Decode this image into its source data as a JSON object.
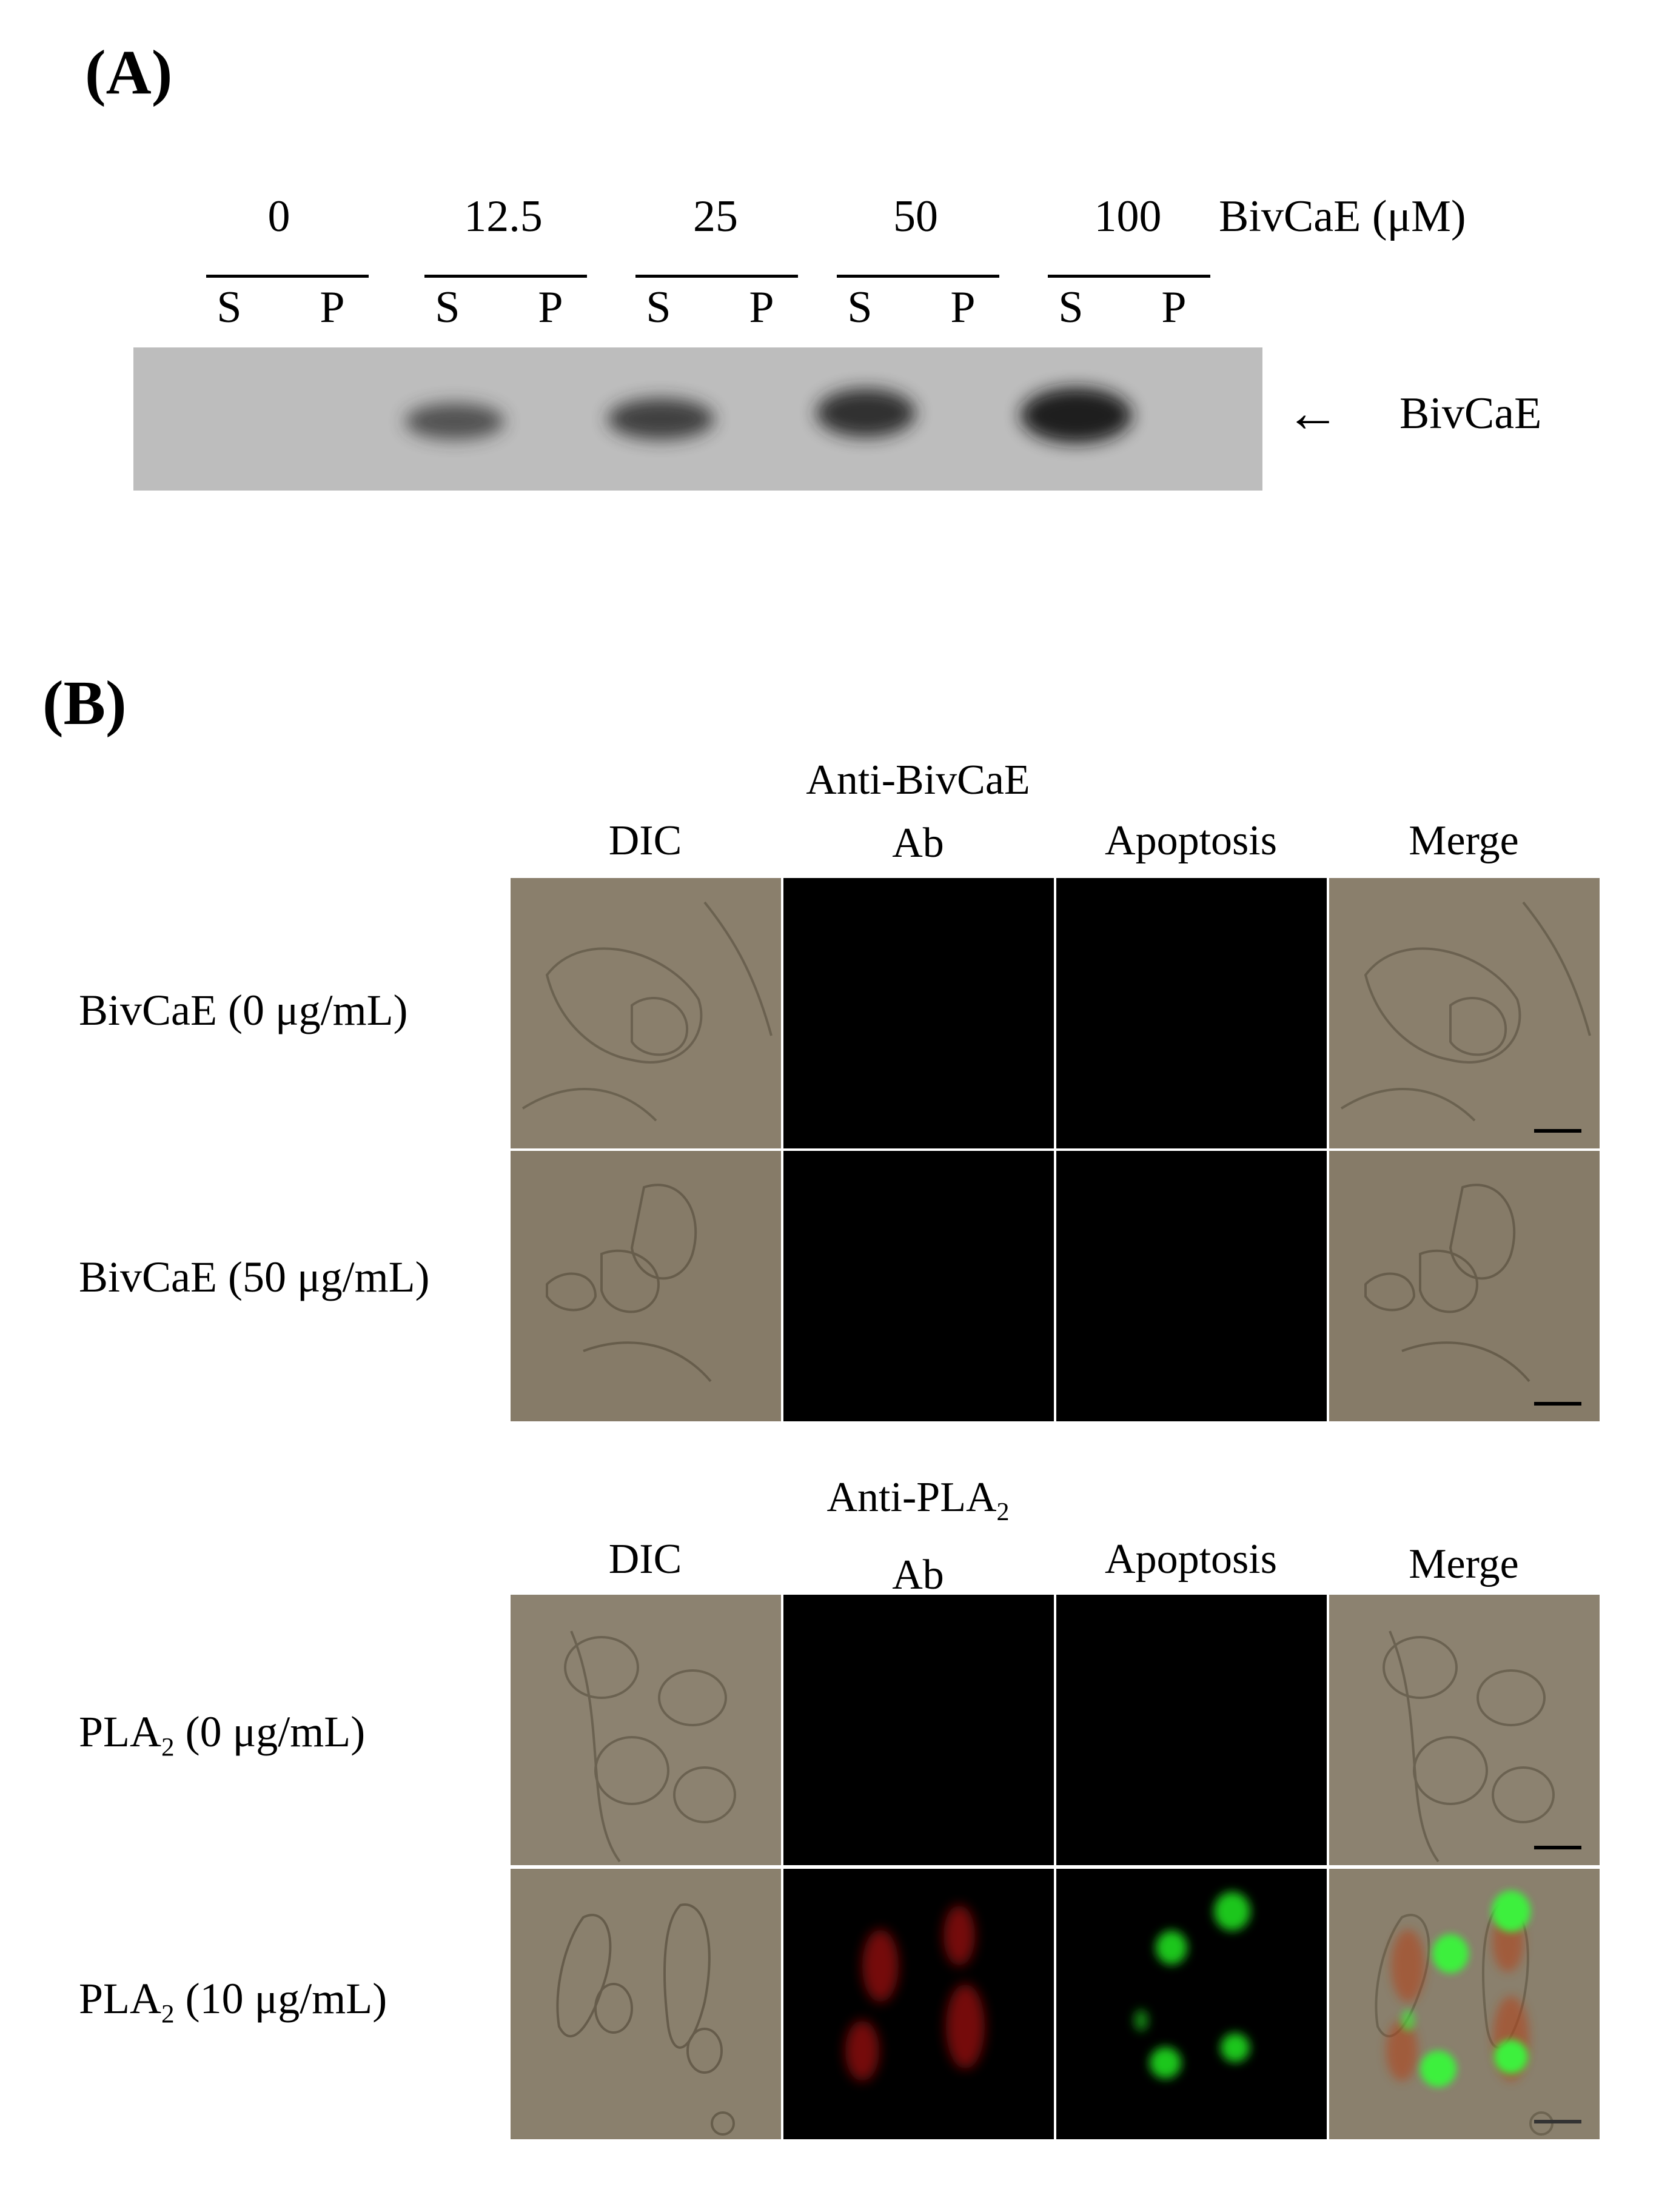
{
  "panel_a": {
    "label": "(A)",
    "unit_label": "BivCaE (μM)",
    "concentrations": [
      "0",
      "12.5",
      "25",
      "50",
      "100"
    ],
    "lane_letters": [
      "S",
      "P",
      "S",
      "P",
      "S",
      "P",
      "S",
      "P",
      "S",
      "P"
    ],
    "band_label": "BivCaE",
    "arrow": "←"
  },
  "panel_b": {
    "label": "(B)",
    "top_block": {
      "col_headers": [
        "DIC",
        "Anti-BivCaE\nAb",
        "Apoptosis",
        "Merge"
      ],
      "rows": [
        "BivCaE (0 μg/mL)",
        "BivCaE (50 μg/mL)"
      ]
    },
    "bottom_block": {
      "col_headers_plain": [
        "DIC",
        "Apoptosis",
        "Merge"
      ],
      "anti_pla2_line1_prefix": "Anti-PLA",
      "anti_pla2_sub": "2",
      "anti_pla2_line2": "Ab",
      "rows": [
        {
          "prefix": "PLA",
          "sub": "2",
          "suffix": " (0 μg/mL)"
        },
        {
          "prefix": "PLA",
          "sub": "2",
          "suffix": " (10 μg/mL)"
        }
      ]
    }
  }
}
